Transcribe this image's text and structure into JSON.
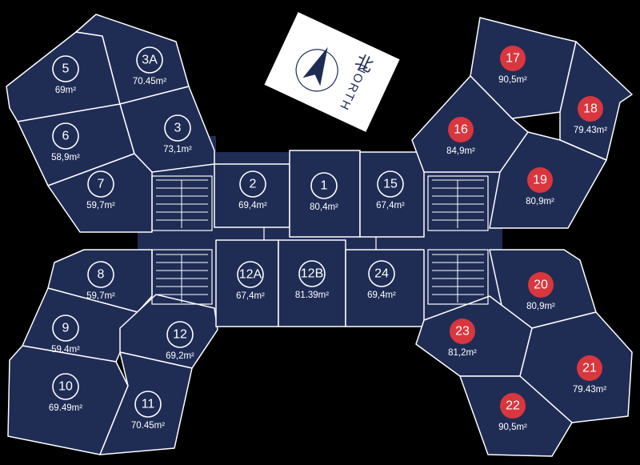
{
  "compass": {
    "label": "NORTH",
    "glyph": "北",
    "arrow_color": "#1f2d55"
  },
  "colors": {
    "unit_fill": "#1f2d55",
    "outline": "#ffffff",
    "sold_badge": "#d9363e",
    "background": "#000000"
  },
  "units": [
    {
      "id": "5",
      "area": "69m²",
      "sold": false
    },
    {
      "id": "3A",
      "area": "70.45m²",
      "sold": false
    },
    {
      "id": "6",
      "area": "58,9m²",
      "sold": false
    },
    {
      "id": "3",
      "area": "73,1m²",
      "sold": false
    },
    {
      "id": "7",
      "area": "59,7m²",
      "sold": false
    },
    {
      "id": "2",
      "area": "69,4m²",
      "sold": false
    },
    {
      "id": "1",
      "area": "80,4m²",
      "sold": false
    },
    {
      "id": "15",
      "area": "67,4m²",
      "sold": false
    },
    {
      "id": "17",
      "area": "90,5m²",
      "sold": true
    },
    {
      "id": "16",
      "area": "84,9m²",
      "sold": true
    },
    {
      "id": "18",
      "area": "79.43m²",
      "sold": true
    },
    {
      "id": "19",
      "area": "80,9m²",
      "sold": true
    },
    {
      "id": "8",
      "area": "59,7m²",
      "sold": false
    },
    {
      "id": "12A",
      "area": "67,4m²",
      "sold": false
    },
    {
      "id": "12B",
      "area": "81.39m²",
      "sold": false
    },
    {
      "id": "24",
      "area": "69,4m²",
      "sold": false
    },
    {
      "id": "9",
      "area": "59.4m²",
      "sold": false
    },
    {
      "id": "12",
      "area": "69,2m²",
      "sold": false
    },
    {
      "id": "10",
      "area": "69.49m²",
      "sold": false
    },
    {
      "id": "11",
      "area": "70.45m²",
      "sold": false
    },
    {
      "id": "20",
      "area": "80,9m²",
      "sold": true
    },
    {
      "id": "23",
      "area": "81,2m²",
      "sold": true
    },
    {
      "id": "21",
      "area": "79.43m²",
      "sold": true
    },
    {
      "id": "22",
      "area": "90,5m²",
      "sold": true
    }
  ]
}
